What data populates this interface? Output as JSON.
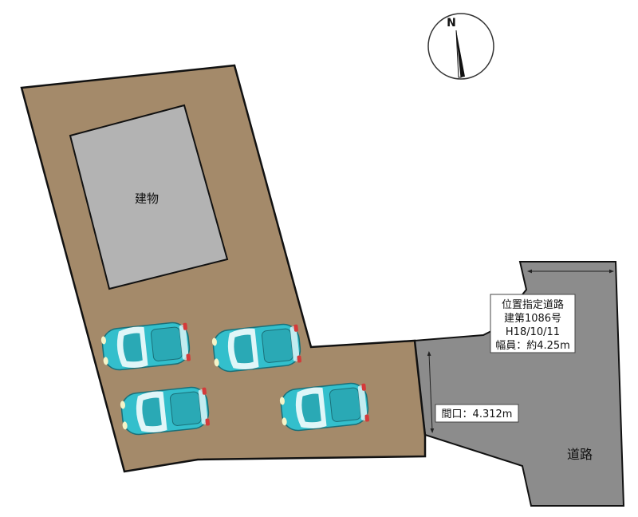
{
  "compass": {
    "label": "N",
    "icon": "north-arrow-icon"
  },
  "building": {
    "label": "建物",
    "color": "#b3b3b3"
  },
  "lot": {
    "color": "#a48a6a"
  },
  "road": {
    "label": "道路",
    "color": "#8c8c8c"
  },
  "road_info": {
    "lines": [
      "位置指定道路",
      "建第1086号",
      "H18/10/11",
      "幅員：約4.25m"
    ]
  },
  "frontage": {
    "label": "間口：4.312m"
  },
  "cars": {
    "count": 4,
    "icon": "car-icon",
    "color": "#33bfcc"
  }
}
